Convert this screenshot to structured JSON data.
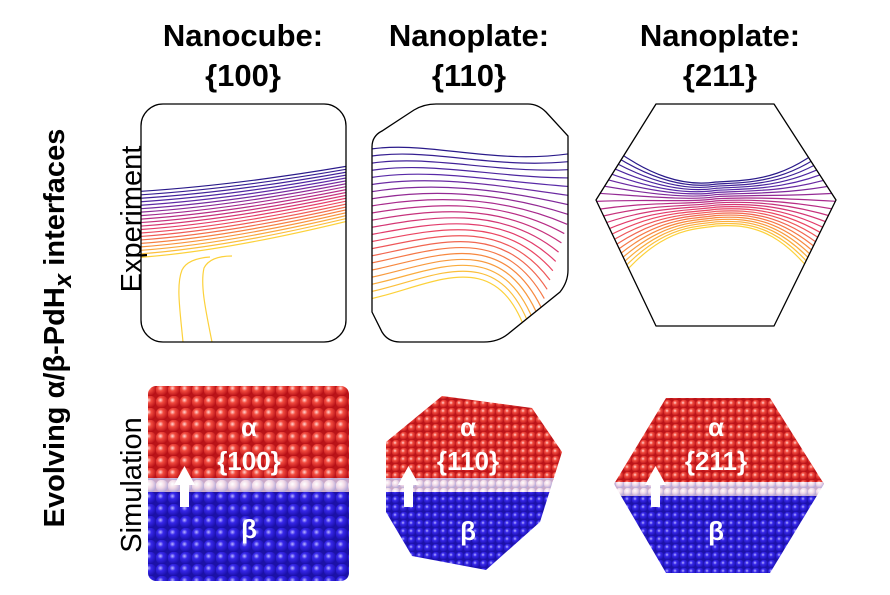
{
  "columns": [
    {
      "title_line1": "Nanocube:",
      "title_line2": "{100}",
      "alpha": "α",
      "facet": "{100}",
      "beta": "β"
    },
    {
      "title_line1": "Nanoplate:",
      "title_line2": "{110}",
      "alpha": "α",
      "facet": "{110}",
      "beta": "β"
    },
    {
      "title_line1": "Nanoplate:",
      "title_line2": "{211}",
      "alpha": "α",
      "facet": "{211}",
      "beta": "β"
    }
  ],
  "side_title": {
    "prefix": "Evolving α/β-PdH",
    "subscript": "x",
    "suffix": " interfaces"
  },
  "rows": {
    "experiment": "Experiment",
    "simulation": "Simulation"
  },
  "colors": {
    "alpha_phase": "#e8262b",
    "beta_phase": "#2a1fd9",
    "line_gradient": [
      "#fcd13a",
      "#f7843f",
      "#ea3f66",
      "#b02a8a",
      "#5a2aa8",
      "#2a1a8a"
    ],
    "arrow": "#ffffff",
    "outline": "#000000"
  }
}
